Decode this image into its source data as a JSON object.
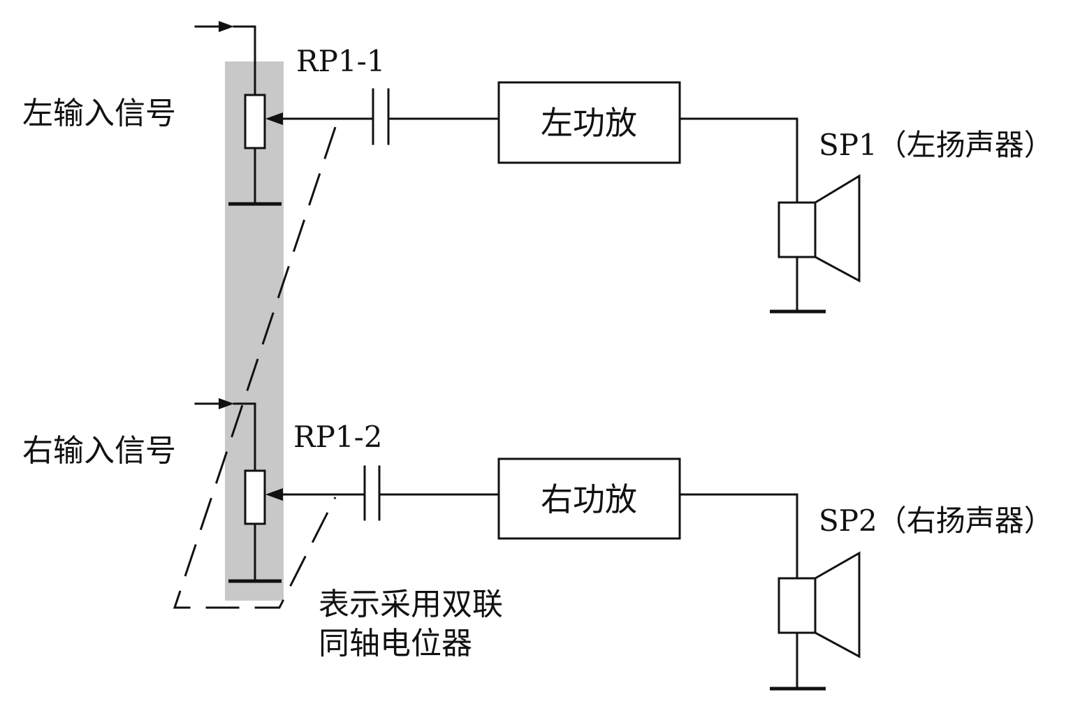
{
  "labels": {
    "left_input": "左输入信号",
    "right_input": "右输入信号",
    "rp1_1": "RP1-1",
    "rp1_2": "RP1-2",
    "left_amp": "左功放",
    "right_amp": "右功放",
    "sp1": "SP1（左扬声器）",
    "sp2": "SP2（右扬声器）",
    "note_line1": "表示采用双联",
    "note_line2": "同轴电位器"
  },
  "colors": {
    "shaft_shade": "#c8c8c8",
    "line": "#111111"
  }
}
